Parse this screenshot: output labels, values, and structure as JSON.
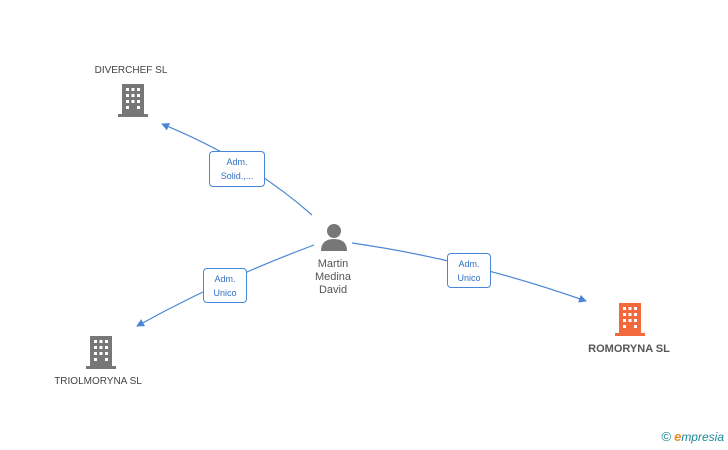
{
  "colors": {
    "edge": "#4a86d6",
    "building_default": "#777777",
    "building_highlight": "#f26a3b",
    "person": "#777777"
  },
  "nodes": {
    "diverchef": {
      "label": "DIVERCHEF SL",
      "icon": "building-icon"
    },
    "triolmoryna": {
      "label": "TRIOLMORYNA SL",
      "icon": "building-icon"
    },
    "romoryna": {
      "label": "ROMORYNA SL",
      "icon": "building-icon",
      "highlight": true
    },
    "person": {
      "line1": "Martin",
      "line2": "Medina",
      "line3": "David",
      "icon": "person-icon"
    }
  },
  "edges": {
    "to_diverchef": {
      "line1": "Adm.",
      "line2": "Solid.,..."
    },
    "to_triolmoryna": {
      "line1": "Adm.",
      "line2": "Unico"
    },
    "to_romoryna": {
      "line1": "Adm.",
      "line2": "Unico"
    }
  },
  "brand": {
    "copyright": "©",
    "initial": "e",
    "rest": "mpresia"
  }
}
